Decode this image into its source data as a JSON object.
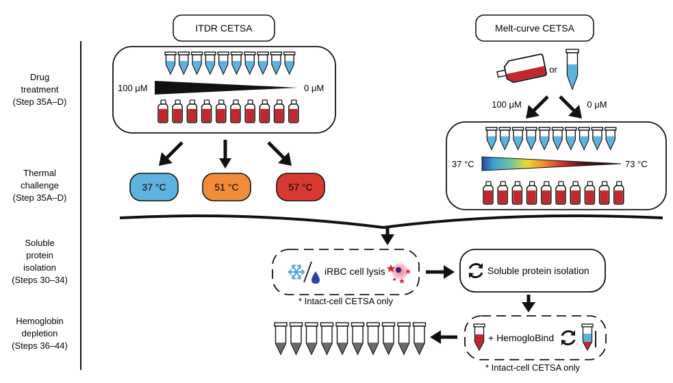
{
  "headers": {
    "itdr": "ITDR CETSA",
    "melt": "Melt-curve CETSA"
  },
  "steps": [
    {
      "lines": [
        "Drug",
        "treatment",
        "(Step 35A–D)"
      ]
    },
    {
      "lines": [
        "Thermal",
        "challenge",
        "(Step 35A–D)"
      ]
    },
    {
      "lines": [
        "Soluble",
        "protein",
        "isolation",
        "(Steps 30–34)"
      ]
    },
    {
      "lines": [
        "Hemoglobin",
        "depletion",
        "(Steps 36–44)"
      ]
    }
  ],
  "itdr": {
    "conc_high": "100 μM",
    "conc_low": "0 μM",
    "temps": [
      {
        "label": "37 °C",
        "color": "#5fb2dd"
      },
      {
        "label": "51 °C",
        "color": "#f08c3a"
      },
      {
        "label": "57 °C",
        "color": "#d83a31"
      }
    ]
  },
  "melt": {
    "or_label": "or",
    "conc_high": "100 μM",
    "conc_low": "0 μM",
    "temp_low": "37 °C",
    "temp_high": "73 °C"
  },
  "lysis": {
    "label": "iRBC cell lysis",
    "note": "* Intact-cell CETSA only"
  },
  "soluble": {
    "label": "Soluble protein isolation"
  },
  "hemoglobin": {
    "label": "+ HemogloBind",
    "note": "* Intact-cell CETSA only"
  },
  "colors": {
    "tube_blue": "#5fb2dd",
    "blood_red": "#c0282d",
    "tube_gray": "#6b6b6b",
    "black": "#111111"
  },
  "icons": [
    "snowflake-icon",
    "drop-icon",
    "lysed-cell-icon",
    "recycle-arrows-icon",
    "culture-flask-icon",
    "microtube-icon",
    "gradient-wedge-icon"
  ]
}
